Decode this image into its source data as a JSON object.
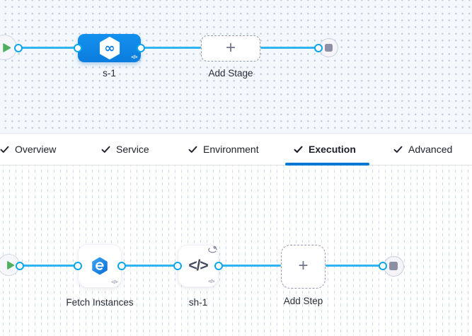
{
  "tab_bar": {
    "tabs": [
      {
        "label": "Overview",
        "checked": true,
        "active": false
      },
      {
        "label": "Service",
        "checked": true,
        "active": false
      },
      {
        "label": "Environment",
        "checked": true,
        "active": false
      },
      {
        "label": "Execution",
        "checked": true,
        "active": true
      },
      {
        "label": "Advanced",
        "checked": true,
        "active": false
      }
    ]
  },
  "stage_graph": {
    "stage_label": "s-1",
    "add_stage_label": "Add Stage"
  },
  "execution_graph": {
    "fetch_label": "Fetch Instances",
    "shell_label": "sh-1",
    "add_step_label": "Add Step"
  },
  "icons": {
    "plus": "+",
    "code_badge": "</>",
    "shell_glyph": "</>",
    "infinity": "∞"
  },
  "colors": {
    "accent_blue": "#0278d5",
    "connector_blue": "#2eb4f1",
    "node_blue": "#0d86e8",
    "play_green": "#4eb05e",
    "stop_gray": "#8d8fa5",
    "canvas_top_bg": "#f3f8fc",
    "canvas_bottom_bg": "#ffffff"
  }
}
